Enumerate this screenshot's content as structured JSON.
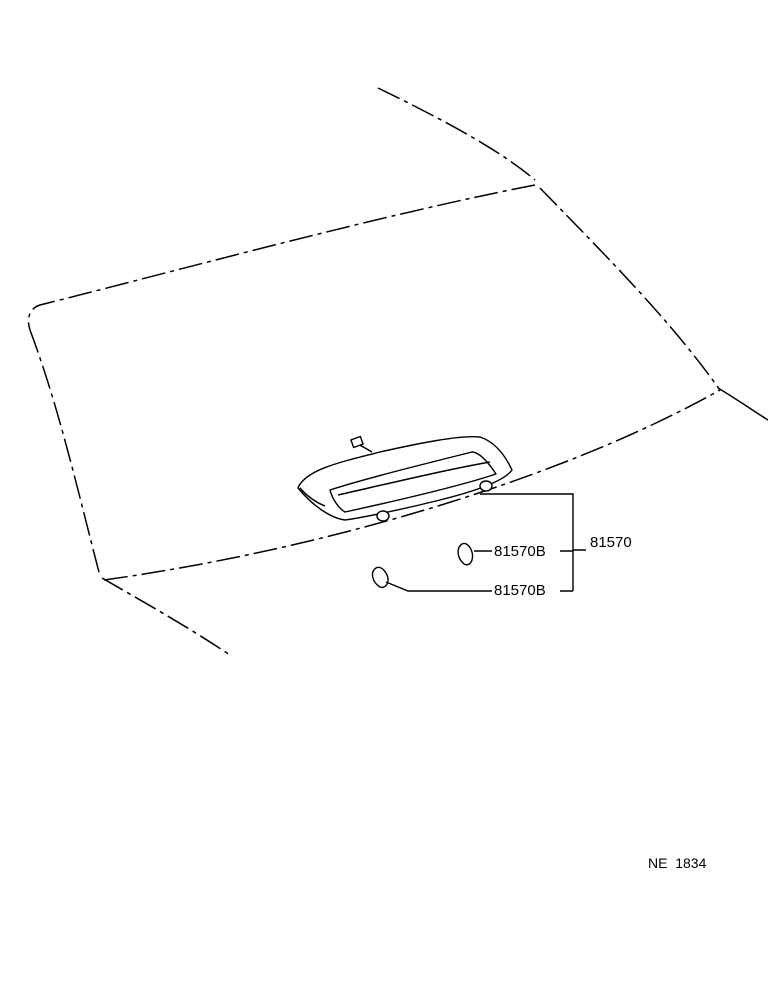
{
  "labels": {
    "part_main": "81570",
    "part_sub_upper": "81570B",
    "part_sub_lower": "81570B",
    "drawing_code": "NE  1834"
  }
}
